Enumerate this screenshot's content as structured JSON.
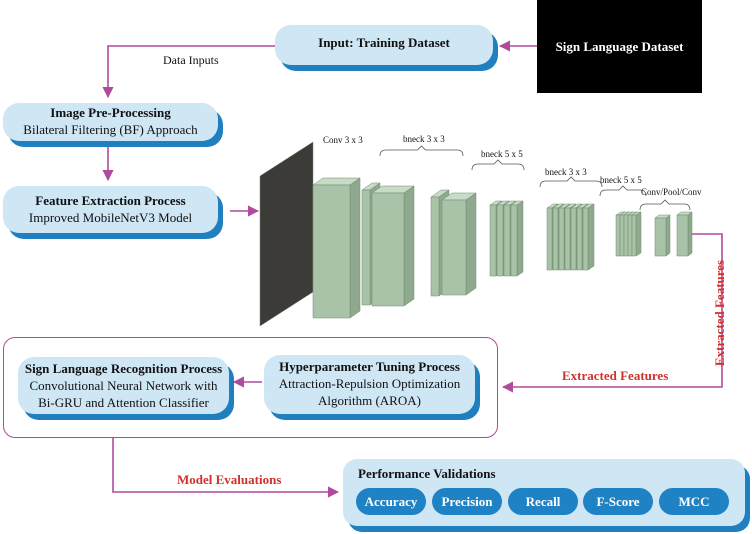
{
  "dataset": "Sign Language Dataset",
  "input": "Input: Training Dataset",
  "data_inputs": "Data Inputs",
  "preprocessing": {
    "title": "Image Pre-Processing",
    "sub": "Bilateral Filtering (BF) Approach"
  },
  "feature": {
    "title": "Feature Extraction Process",
    "sub": "Improved MobileNetV3 Model"
  },
  "cnn_labels": [
    "Conv 3 x 3",
    "bneck 3 x 3",
    "bneck 5 x 5",
    "bneck 3 x 3",
    "bneck 5 x 5",
    "Conv/Pool/Conv"
  ],
  "extracted_vertical": "Extracted Features",
  "extracted_horizontal": "Extracted Features",
  "recognition": {
    "title": "Sign Language Recognition Process",
    "line1": "Convolutional Neural Network with",
    "line2": "Bi-GRU and Attention Classifier"
  },
  "tuning": {
    "title": "Hyperparameter Tuning Process",
    "line1": "Attraction-Repulsion Optimization",
    "line2": "Algorithm (AROA)"
  },
  "model_evaluations": "Model Evaluations",
  "performance": {
    "title": "Performance Validations",
    "metrics": [
      "Accuracy",
      "Precision",
      "Recall",
      "F-Score",
      "MCC"
    ]
  },
  "colors": {
    "accent": "#b04a9c",
    "box": "#cfe6f5",
    "shadow": "#1f7fbf",
    "pill": "#1f82c4",
    "red": "#d0312d",
    "layer": "#a9c3a8"
  }
}
